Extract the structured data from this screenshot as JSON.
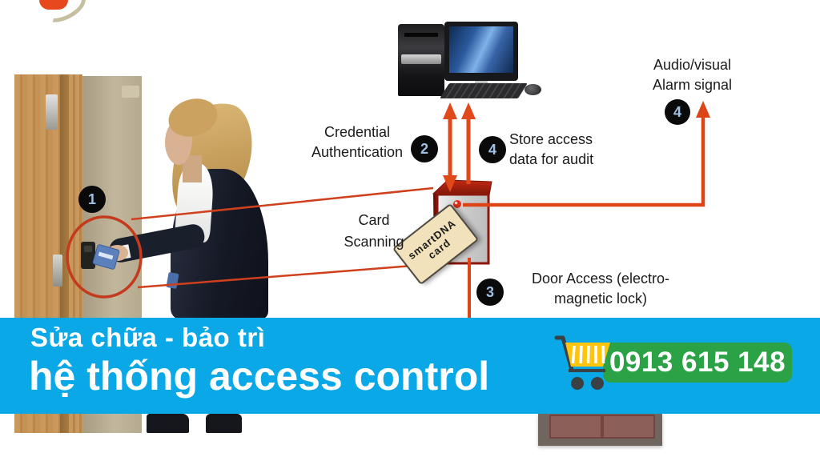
{
  "colors": {
    "banner_bg": "#0AA8E6",
    "phone_pill_bg": "#2AA245",
    "cart_yellow": "#FFC40C",
    "line_accent": "#D8441C",
    "step_circle_bg": "#0A0A0A",
    "step_circle_text": "#9FC1E6"
  },
  "icons": {
    "logo": "brand-logo-partial-icon",
    "computer": "desktop-computer-icon",
    "cart": "shopping-cart-icon",
    "scanner": "card-scanner-box-icon",
    "alarm_dot": "alarm-indicator-dot-icon"
  },
  "diagram": {
    "steps": {
      "s1": "1",
      "s2": "2",
      "s3": "3",
      "s4_store": "4",
      "s4_alarm": "4"
    },
    "labels": {
      "credential": [
        "Credential",
        "Authentication"
      ],
      "store_audit": [
        "Store access",
        "data for audit"
      ],
      "alarm": [
        "Audio/visual",
        "Alarm signal"
      ],
      "card_scanning": [
        "Card",
        "Scanning"
      ],
      "door_access": [
        "Door Access (electro-",
        "magnetic lock)"
      ]
    },
    "smart_card": [
      "smartDNA",
      "card"
    ]
  },
  "banner": {
    "line1": "Sửa chữa - bảo trì",
    "line2": "hệ thống access control"
  },
  "contact": {
    "phone": "0913 615 148"
  }
}
